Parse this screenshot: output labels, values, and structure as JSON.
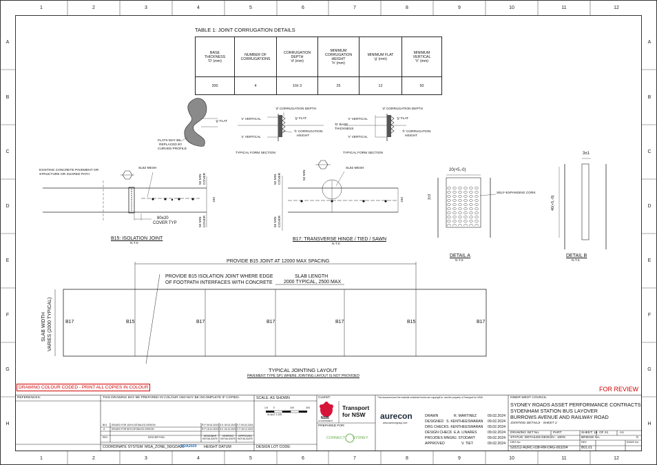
{
  "grid": {
    "columns": [
      "1",
      "2",
      "3",
      "4",
      "5",
      "6",
      "7",
      "8",
      "9",
      "10",
      "11",
      "12"
    ],
    "rows": [
      "A",
      "B",
      "C",
      "D",
      "E",
      "F",
      "G",
      "H"
    ]
  },
  "table1": {
    "title": "TABLE 1: JOINT CORRUGATION DETAILS",
    "headers": [
      [
        "BASE",
        "THICKNESS",
        "'D' (mm)"
      ],
      [
        "NUMBER OF",
        "CORRUGATIONS"
      ],
      [
        "CORRUGATION",
        "DEPTH",
        "'d' (mm)"
      ],
      [
        "MINIMUM",
        "CORRUGATION",
        "HEIGHT",
        "'h' (mm)"
      ],
      [
        "MINIMUM FLAT",
        "'g' (mm)"
      ],
      [
        "MINIMUM",
        "VERTICAL",
        "'V' (mm)"
      ]
    ],
    "values": [
      "200",
      "4",
      "10± 3",
      "25",
      "12",
      "50"
    ]
  },
  "corrugation": {
    "flats_note": [
      "FLATS MAY BE",
      "REPLACED BY",
      "CURVED PROFILE"
    ],
    "g_flat": "'g' FLAT",
    "v_vertical": "'v' VERTICAL",
    "d_depth": "'d' CORRUGATION DEPTH",
    "h_height": [
      "'h' CORRUGATION",
      "HEIGHT"
    ],
    "D_base": [
      "'D' BASE",
      "THICKNESS"
    ],
    "typical_form": "TYPICAL FORM SECTION"
  },
  "b15": {
    "existing": [
      "EXISTING CONCRETE PAVEMENT OR",
      "STRUCTURE OR SHARED PATH"
    ],
    "mesh": "SL82 MESH",
    "cover_top": [
      "50 MIN",
      "COVER"
    ],
    "cover_bot": [
      "50 MIN",
      "COVER"
    ],
    "thickness": "150",
    "gap": "80±20",
    "cover_typ": "COVER TYP",
    "title": "B15: ISOLATION JOINT",
    "nts": "N.T.S"
  },
  "b17": {
    "mesh": "SL82 MESH",
    "cover_top": [
      "50 MIN",
      "COVER"
    ],
    "cover_mid": "50 MIN",
    "cover_bot": [
      "50 MIN",
      "COVER"
    ],
    "thickness": "150",
    "title": "B17: TRANSVERSE HINGE / TIED / SAWN",
    "nts": "N.T.S"
  },
  "detailA": {
    "width": "20(+5,-0)",
    "depth": "3±3",
    "cork": "SELF-EXPANDING CORK",
    "title": "DETAIL A",
    "nts": "N.T.S"
  },
  "detailB": {
    "width": "3±1",
    "depth": "40(+5,-0)",
    "title": "DETAIL B",
    "nts": "N.T.S"
  },
  "layout": {
    "provide_b15": "PROVIDE B15 JOINT AT 12000 MAX SPACING",
    "edge_note": [
      "PROVIDE B15 ISOLATION JOINT WHERE EDGE",
      "OF FOOTPATH INTERFACES WITH CONCRETE"
    ],
    "slab_length": [
      "SLAB LENGTH",
      "2000 TYPICAL, 2500 MAX"
    ],
    "slab_width": [
      "SLAB WIDTH",
      "VARIES (2000 TYPICAL)"
    ],
    "joints": [
      "B17",
      "B15",
      "B17",
      "B17",
      "B17",
      "B15",
      "B17"
    ],
    "title": "TYPICAL JOINTING LAYOUT",
    "subtitle": "PAVEMENT TYPE SP1 WHERE JOINTING LAYOUT IS NOT PROVIDED"
  },
  "notices": {
    "colour": "DRAWING COLOUR CODED - PRINT ALL COPIES IN COLOUR",
    "review": "FOR REVIEW"
  },
  "titleblock": {
    "references": "REFERENCES:",
    "may_be_prepared": "THIS DRAWING MAY BE PREPARED IN COLOUR AND MAY BE INCOMPLETE IF COPIED.",
    "revisions": [
      [
        "B01",
        "ISSUED FOR 100% DETAILED DESIGN",
        "R.P 09.02.2024",
        "S.K 09.02.2024",
        "V.T 09.02.2024"
      ],
      [
        "A",
        "ISSUED FOR 80% DETAILED DESIGN",
        "R.P 18.12.2023",
        "S.K 18.12.2023",
        "V.T 18.12.2023"
      ]
    ],
    "rev_headers": [
      "REV",
      "DESCRIPTION",
      "DESIGNER INITIAL/DATE",
      "VERIFIED INITIAL/DATE",
      "APPROVED INITIAL/DATE"
    ],
    "coordinate": "COORDINATE SYSTEM: MGA_ZONE_56/GDA20",
    "gda": "GDA2020",
    "height_datum": "HEIGHT DATUM",
    "scale": "SCALE: AS SHOWN",
    "scale_bar": [
      "1:5",
      "0",
      "100",
      "200"
    ],
    "scale_label": "SCALE 1:100",
    "lot_code": "DESIGN LOT CODE:",
    "client": "CLIENT:",
    "nsw": "NSW",
    "gov": "GOVERNMENT",
    "tfnsw": [
      "Transport",
      "for NSW"
    ],
    "prepared_for": "PREPARED FOR:",
    "connect": "CONNECT",
    "sydney": "SYDNEY",
    "disclaimer": "This document and the material contained herein are copyright to, and the property of Transport for NSW.",
    "aurecon": "aurecon",
    "aurecon_site": "www.aurecongroup.com",
    "signoff": [
      [
        "DRAWN",
        "R. MARTINEZ",
        "09.02.2024"
      ],
      [
        "DESIGNED",
        "S. KENTHEESWARAN",
        "09.02.2024"
      ],
      [
        "DRG CHECK",
        "S. KENTHEESWARAN",
        "09.02.2024"
      ],
      [
        "DESIGN CHECK",
        "E.A. LINARES",
        "09.02.2024"
      ],
      [
        "PROJ/DES MNGR",
        "J. STODART",
        "09.02.2024"
      ],
      [
        "APPROVED",
        "V. TIET",
        "09.02.2024"
      ]
    ],
    "council": "INNER WEST COUNCIL",
    "project": [
      "SYDNEY ROADS ASSET PERFORMANCE CONTRACTS",
      "SYDENHAM STATION BUS LAYOVER",
      "BURROWS AVENUE AND RAILWAY ROAD"
    ],
    "sheet_title": "JOINTING DETAILS - SHEET 2",
    "drawing_set": "DRAWING SET No.",
    "part": "PART:",
    "sheet": "SHEET: 16",
    "of": "OF 41",
    "size": "A1",
    "status": "STATUS: DETAILED DESIGN - 100%",
    "bridge": "BRIDGE No.",
    "bridge_no": "0",
    "dwg_no_label": "DRG No.",
    "rev_label": "REV",
    "edms_label": "EDMS No.",
    "drg_no": "520212-AURC-038-RW-DRG-003204",
    "rev": "B01.01"
  }
}
